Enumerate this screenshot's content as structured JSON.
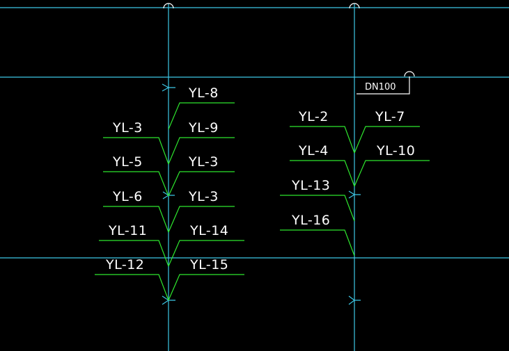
{
  "pipe_tag": "DN100",
  "left_stack": {
    "labels_left": [
      "YL-3",
      "YL-5",
      "YL-6",
      "YL-11",
      "YL-12"
    ],
    "labels_right": [
      "YL-8",
      "YL-9",
      "YL-3",
      "YL-3",
      "YL-14",
      "YL-15"
    ]
  },
  "right_stack": {
    "labels_left": [
      "YL-2",
      "YL-4",
      "YL-13",
      "YL-16"
    ],
    "labels_right": [
      "YL-7",
      "YL-10"
    ]
  },
  "colors": {
    "background": "#000000",
    "pipe": "#3ec8e6",
    "branch": "#2ee62e",
    "text": "#ffffff"
  }
}
